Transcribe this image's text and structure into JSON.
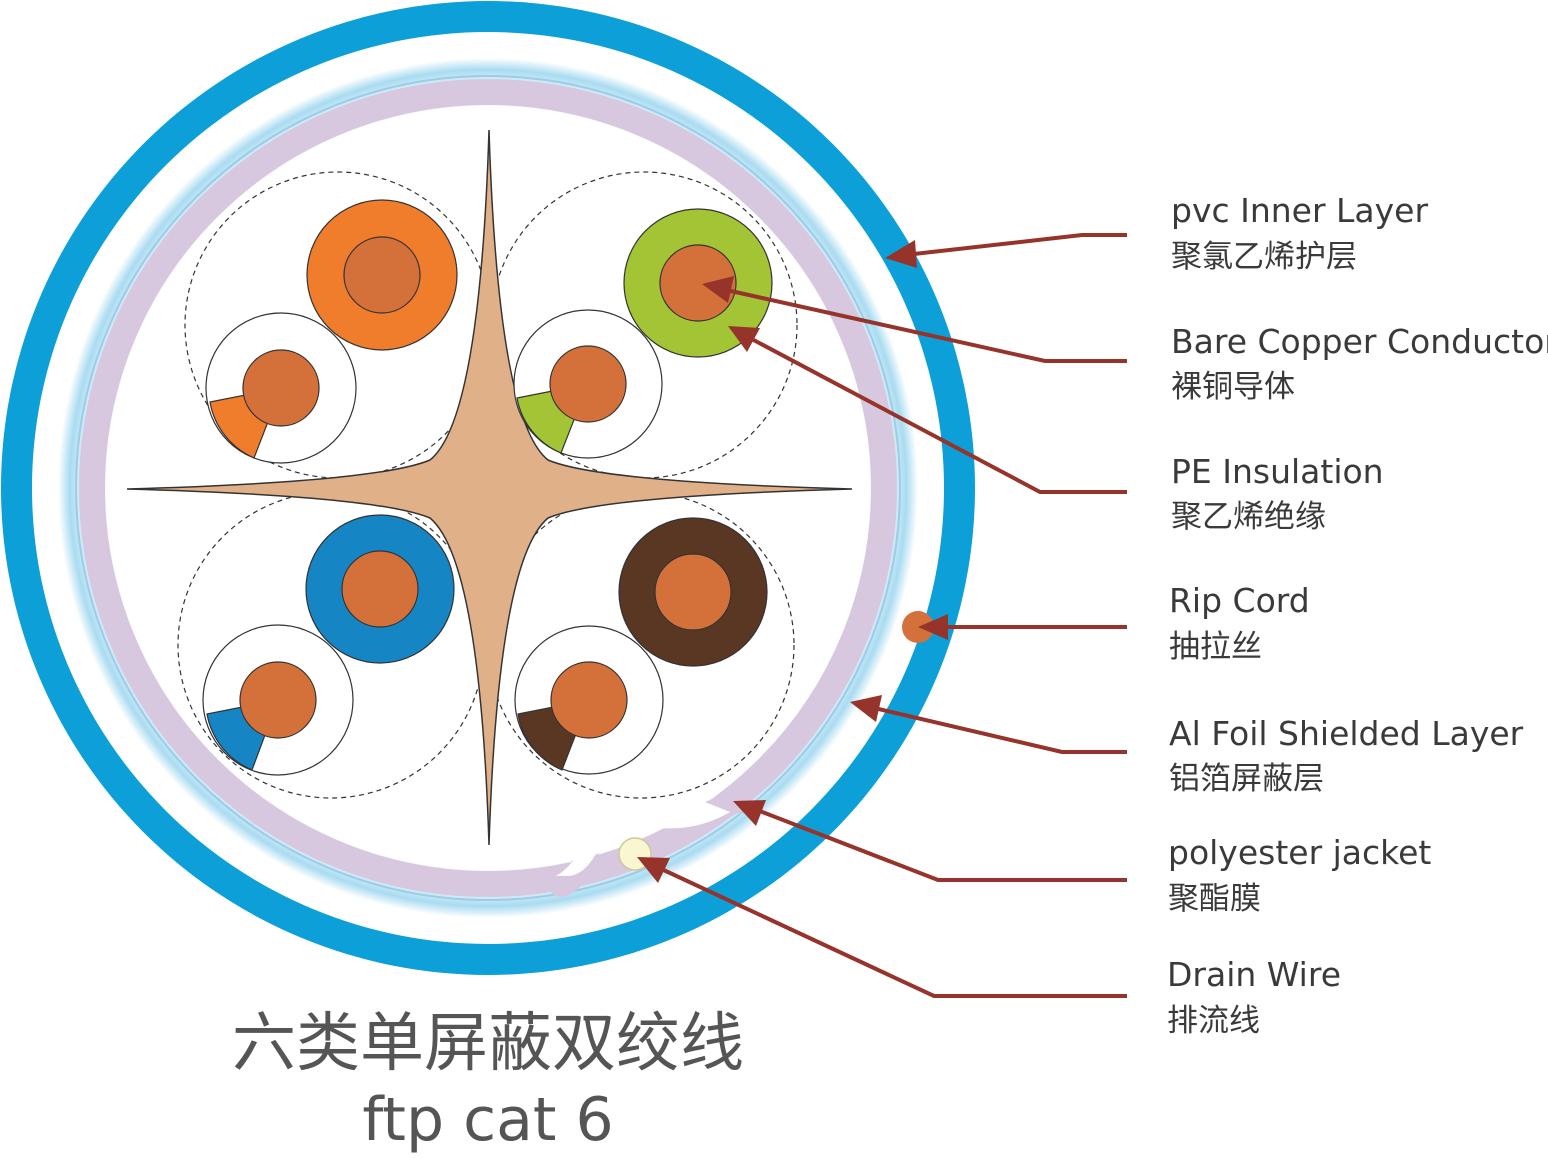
{
  "labels": [
    {
      "id": "pvc-inner-layer",
      "en": "pvc Inner Layer",
      "zh": "聚氯乙烯护层"
    },
    {
      "id": "bare-copper-conductor",
      "en": "Bare Copper Conductor",
      "zh": "裸铜导体"
    },
    {
      "id": "pe-insulation",
      "en": "PE Insulation",
      "zh": "聚乙烯绝缘"
    },
    {
      "id": "rip-cord",
      "en": "Rip Cord",
      "zh": "抽拉丝"
    },
    {
      "id": "al-foil-shielded-layer",
      "en": "Al Foil Shielded Layer",
      "zh": "铝箔屏蔽层"
    },
    {
      "id": "polyester-jacket",
      "en": "polyester jacket",
      "zh": "聚酯膜"
    },
    {
      "id": "drain-wire",
      "en": "Drain Wire",
      "zh": "排流线"
    }
  ],
  "title": {
    "zh": "六类单屏蔽双绞线",
    "en": "ftp cat 6"
  },
  "colors": {
    "outer_jacket": "#0d9fd8",
    "jacket_light": "#d8eef8",
    "foil_layer": "#d7c8e0",
    "copper": "#d4703a",
    "pair_orange": "#ef7d2c",
    "pair_green": "#a2c435",
    "pair_blue": "#1585c4",
    "pair_brown": "#5a3722",
    "cross_filler": "#e0b088",
    "drain_wire": "#fbf6d2",
    "leader": "#96332b"
  }
}
